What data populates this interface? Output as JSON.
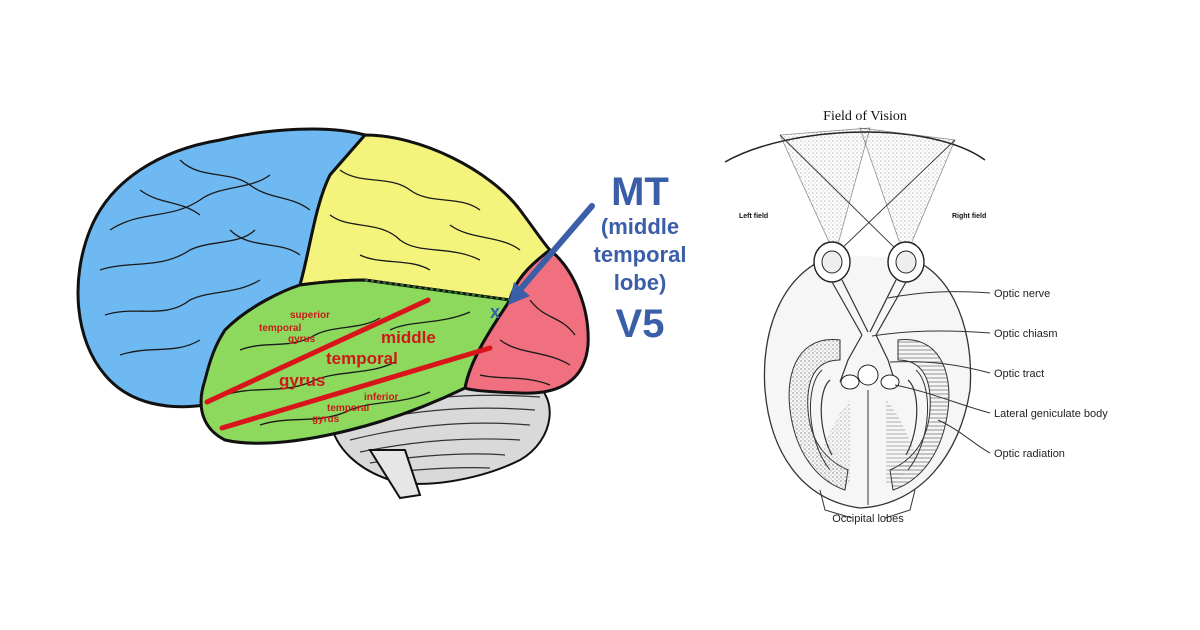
{
  "brain": {
    "mt_title": "MT",
    "mt_paren_open": "(middle",
    "mt_temporal": "temporal",
    "mt_lobe": "lobe)",
    "v5": "V5",
    "x_marker": "x",
    "superior": [
      "superior",
      "temporal",
      "gyrus"
    ],
    "middle": [
      "middle",
      "temporal",
      "gyrus"
    ],
    "inferior": [
      "inferior",
      "temporal",
      "gyrus"
    ],
    "colors": {
      "frontal": "#6fb9f2",
      "parietal": "#f4f47c",
      "temporal": "#8cd95d",
      "occipital": "#f0707f",
      "cerebellum": "#d9d9d9",
      "label": "#cc1a1a",
      "mt_label": "#3b5ea8"
    }
  },
  "vision": {
    "title": "Field of Vision",
    "left_field": "Left field",
    "right_field": "Right field",
    "labels": [
      "Optic nerve",
      "Optic chiasm",
      "Optic tract",
      "Lateral geniculate body",
      "Optic radiation"
    ],
    "occipital": "Occipital lobes"
  }
}
